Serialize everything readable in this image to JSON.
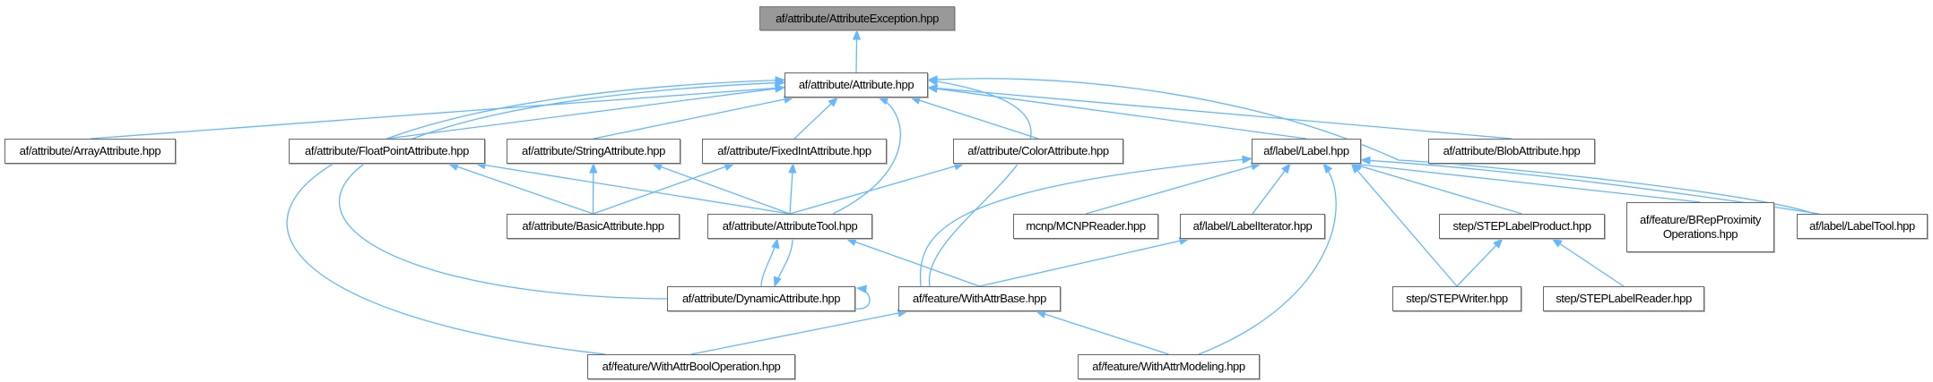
{
  "colors": {
    "edge": "#63b8ff",
    "border": "#666666",
    "root_fill": "#999999"
  },
  "nodes": [
    {
      "id": "exception",
      "label": "af/attribute/AttributeException.hpp",
      "root": true
    },
    {
      "id": "attribute",
      "label": "af/attribute/Attribute.hpp"
    },
    {
      "id": "array",
      "label": "af/attribute/ArrayAttribute.hpp"
    },
    {
      "id": "floatpoint",
      "label": "af/attribute/FloatPointAttribute.hpp"
    },
    {
      "id": "string",
      "label": "af/attribute/StringAttribute.hpp"
    },
    {
      "id": "fixedint",
      "label": "af/attribute/FixedIntAttribute.hpp"
    },
    {
      "id": "color",
      "label": "af/attribute/ColorAttribute.hpp"
    },
    {
      "id": "label",
      "label": "af/label/Label.hpp"
    },
    {
      "id": "blob",
      "label": "af/attribute/BlobAttribute.hpp"
    },
    {
      "id": "basic",
      "label": "af/attribute/BasicAttribute.hpp"
    },
    {
      "id": "attrtool",
      "label": "af/attribute/AttributeTool.hpp"
    },
    {
      "id": "mcnp",
      "label": "mcnp/MCNPReader.hpp"
    },
    {
      "id": "labeliter",
      "label": "af/label/LabelIterator.hpp"
    },
    {
      "id": "steplabelproduct",
      "label": "step/STEPLabelProduct.hpp"
    },
    {
      "id": "brep",
      "label": "af/feature/BRepProximity\nOperations.hpp"
    },
    {
      "id": "labeltool",
      "label": "af/label/LabelTool.hpp"
    },
    {
      "id": "dynamic",
      "label": "af/attribute/DynamicAttribute.hpp"
    },
    {
      "id": "withattrbase",
      "label": "af/feature/WithAttrBase.hpp"
    },
    {
      "id": "stepwriter",
      "label": "step/STEPWriter.hpp"
    },
    {
      "id": "steplabelreader",
      "label": "step/STEPLabelReader.hpp"
    },
    {
      "id": "boolop",
      "label": "af/feature/WithAttrBoolOperation.hpp"
    },
    {
      "id": "modeling",
      "label": "af/feature/WithAttrModeling.hpp"
    }
  ],
  "edges": [
    [
      "attribute",
      "exception"
    ],
    [
      "array",
      "attribute"
    ],
    [
      "floatpoint",
      "attribute"
    ],
    [
      "string",
      "attribute"
    ],
    [
      "fixedint",
      "attribute"
    ],
    [
      "color",
      "attribute"
    ],
    [
      "label",
      "attribute"
    ],
    [
      "blob",
      "attribute"
    ],
    [
      "attrtool",
      "attribute"
    ],
    [
      "dynamic",
      "attribute"
    ],
    [
      "boolop",
      "attribute"
    ],
    [
      "withattrbase",
      "attribute"
    ],
    [
      "labeltool",
      "attribute"
    ],
    [
      "basic",
      "floatpoint"
    ],
    [
      "basic",
      "string"
    ],
    [
      "basic",
      "fixedint"
    ],
    [
      "attrtool",
      "floatpoint"
    ],
    [
      "attrtool",
      "string"
    ],
    [
      "attrtool",
      "fixedint"
    ],
    [
      "attrtool",
      "color"
    ],
    [
      "attrtool",
      "dynamic"
    ],
    [
      "dynamic",
      "attrtool"
    ],
    [
      "dynamic",
      "dynamic"
    ],
    [
      "withattrbase",
      "attrtool"
    ],
    [
      "withattrbase",
      "label"
    ],
    [
      "withattrbase",
      "labeliter"
    ],
    [
      "mcnp",
      "label"
    ],
    [
      "labeliter",
      "label"
    ],
    [
      "steplabelproduct",
      "label"
    ],
    [
      "brep",
      "label"
    ],
    [
      "labeltool",
      "label"
    ],
    [
      "stepwriter",
      "label"
    ],
    [
      "modeling",
      "label"
    ],
    [
      "stepwriter",
      "steplabelproduct"
    ],
    [
      "steplabelreader",
      "steplabelproduct"
    ],
    [
      "boolop",
      "withattrbase"
    ],
    [
      "modeling",
      "withattrbase"
    ]
  ]
}
